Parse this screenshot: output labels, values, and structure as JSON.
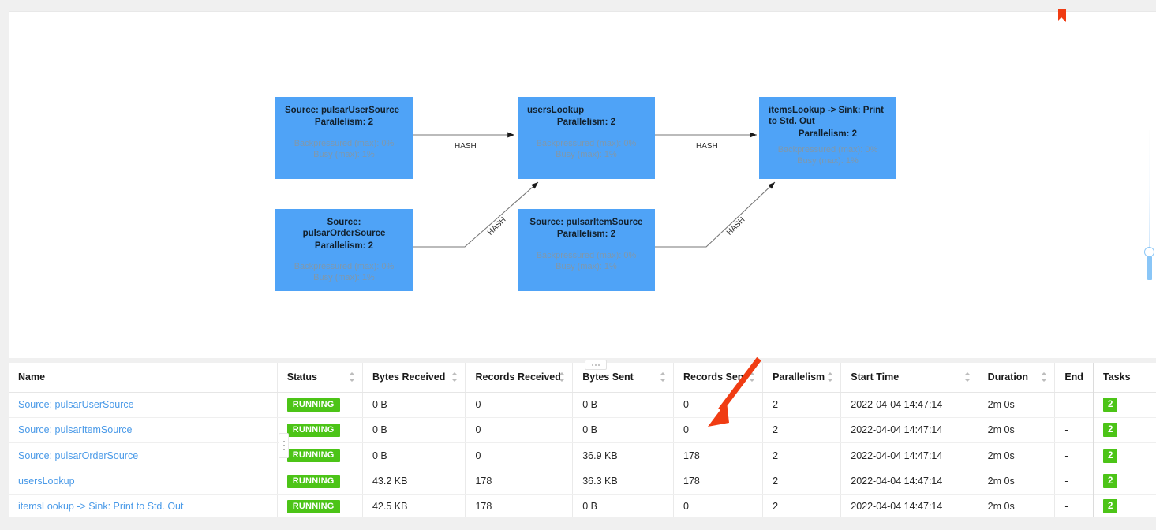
{
  "graph": {
    "nodes": [
      {
        "id": "pulsarUserSource",
        "title": "Source: pulsarUserSource",
        "parallelism": "Parallelism: 2",
        "backpressured": "Backpressured (max): 0%",
        "busy": "Busy (max): 1%",
        "color": "#4fa3f7"
      },
      {
        "id": "usersLookup",
        "title": "usersLookup",
        "parallelism": "Parallelism: 2",
        "backpressured": "Backpressured (max): 0%",
        "busy": "Busy (max): 1%",
        "color": "#4fa3f7"
      },
      {
        "id": "itemsLookupSink",
        "title": "itemsLookup -> Sink: Print to Std. Out",
        "parallelism": "Parallelism: 2",
        "backpressured": "Backpressured (max): 0%",
        "busy": "Busy (max): 1%",
        "color": "#4fa3f7"
      },
      {
        "id": "pulsarOrderSource",
        "title": "Source: pulsarOrderSource",
        "parallelism": "Parallelism: 2",
        "backpressured": "Backpressured (max): 0%",
        "busy": "Busy (max): 1%",
        "color": "#4fa3f7"
      },
      {
        "id": "pulsarItemSource",
        "title": "Source: pulsarItemSource",
        "parallelism": "Parallelism: 2",
        "backpressured": "Backpressured (max): 0%",
        "busy": "Busy (max): 1%",
        "color": "#4fa3f7"
      }
    ],
    "edges": [
      {
        "id": "e1",
        "label": "HASH"
      },
      {
        "id": "e2",
        "label": "HASH"
      },
      {
        "id": "e3",
        "label": "HASH"
      },
      {
        "id": "e4",
        "label": "HASH"
      }
    ]
  },
  "zoom_slider": {
    "name": "zoom-slider",
    "accent": "#8ac6f7"
  },
  "table": {
    "columns": [
      {
        "key": "name",
        "label": "Name",
        "sortable": false
      },
      {
        "key": "status",
        "label": "Status",
        "sortable": true
      },
      {
        "key": "bytes_received",
        "label": "Bytes Received",
        "sortable": true
      },
      {
        "key": "records_received",
        "label": "Records Received",
        "sortable": true
      },
      {
        "key": "bytes_sent",
        "label": "Bytes Sent",
        "sortable": true
      },
      {
        "key": "records_sent",
        "label": "Records Sent",
        "sortable": true
      },
      {
        "key": "parallelism",
        "label": "Parallelism",
        "sortable": true
      },
      {
        "key": "start_time",
        "label": "Start Time",
        "sortable": true
      },
      {
        "key": "duration",
        "label": "Duration",
        "sortable": true
      },
      {
        "key": "end_time",
        "label": "End",
        "sortable": false
      }
    ],
    "pinned_column": {
      "key": "tasks",
      "label": "Tasks"
    },
    "rows": [
      {
        "name": "Source: pulsarUserSource",
        "status": "RUNNING",
        "bytes_received": "0 B",
        "records_received": "0",
        "bytes_sent": "0 B",
        "records_sent": "0",
        "parallelism": "2",
        "start_time": "2022-04-04 14:47:14",
        "duration": "2m 0s",
        "end_time": "-",
        "tasks": "2"
      },
      {
        "name": "Source: pulsarItemSource",
        "status": "RUNNING",
        "bytes_received": "0 B",
        "records_received": "0",
        "bytes_sent": "0 B",
        "records_sent": "0",
        "parallelism": "2",
        "start_time": "2022-04-04 14:47:14",
        "duration": "2m 0s",
        "end_time": "-",
        "tasks": "2"
      },
      {
        "name": "Source: pulsarOrderSource",
        "status": "RUNNING",
        "bytes_received": "0 B",
        "records_received": "0",
        "bytes_sent": "36.9 KB",
        "records_sent": "178",
        "parallelism": "2",
        "start_time": "2022-04-04 14:47:14",
        "duration": "2m 0s",
        "end_time": "-",
        "tasks": "2"
      },
      {
        "name": "usersLookup",
        "status": "RUNNING",
        "bytes_received": "43.2 KB",
        "records_received": "178",
        "bytes_sent": "36.3 KB",
        "records_sent": "178",
        "parallelism": "2",
        "start_time": "2022-04-04 14:47:14",
        "duration": "2m 0s",
        "end_time": "-",
        "tasks": "2"
      },
      {
        "name": "itemsLookup -> Sink: Print to Std. Out",
        "status": "RUNNING",
        "bytes_received": "42.5 KB",
        "records_received": "178",
        "bytes_sent": "0 B",
        "records_sent": "0",
        "parallelism": "2",
        "start_time": "2022-04-04 14:47:14",
        "duration": "2m 0s",
        "end_time": "-",
        "tasks": "2"
      }
    ],
    "status_color": "#4cc417",
    "link_color": "#4a9ae8"
  },
  "annotations": {
    "arrow_color": "#f03c13",
    "arrow_target": "records-sent-cell",
    "mark_color": "#f03c13"
  }
}
